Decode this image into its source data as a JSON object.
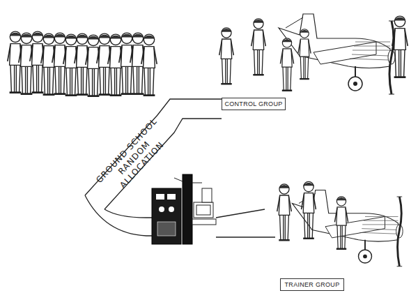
{
  "diagram": {
    "nodes": [
      {
        "text": [
          "GROUND SCHOOL RANDOM ALLOCATION"
        ]
      },
      {
        "text": [
          "CONTROL GROUP"
        ]
      },
      {
        "text": [
          "TRAINER GROUP"
        ]
      }
    ]
  }
}
